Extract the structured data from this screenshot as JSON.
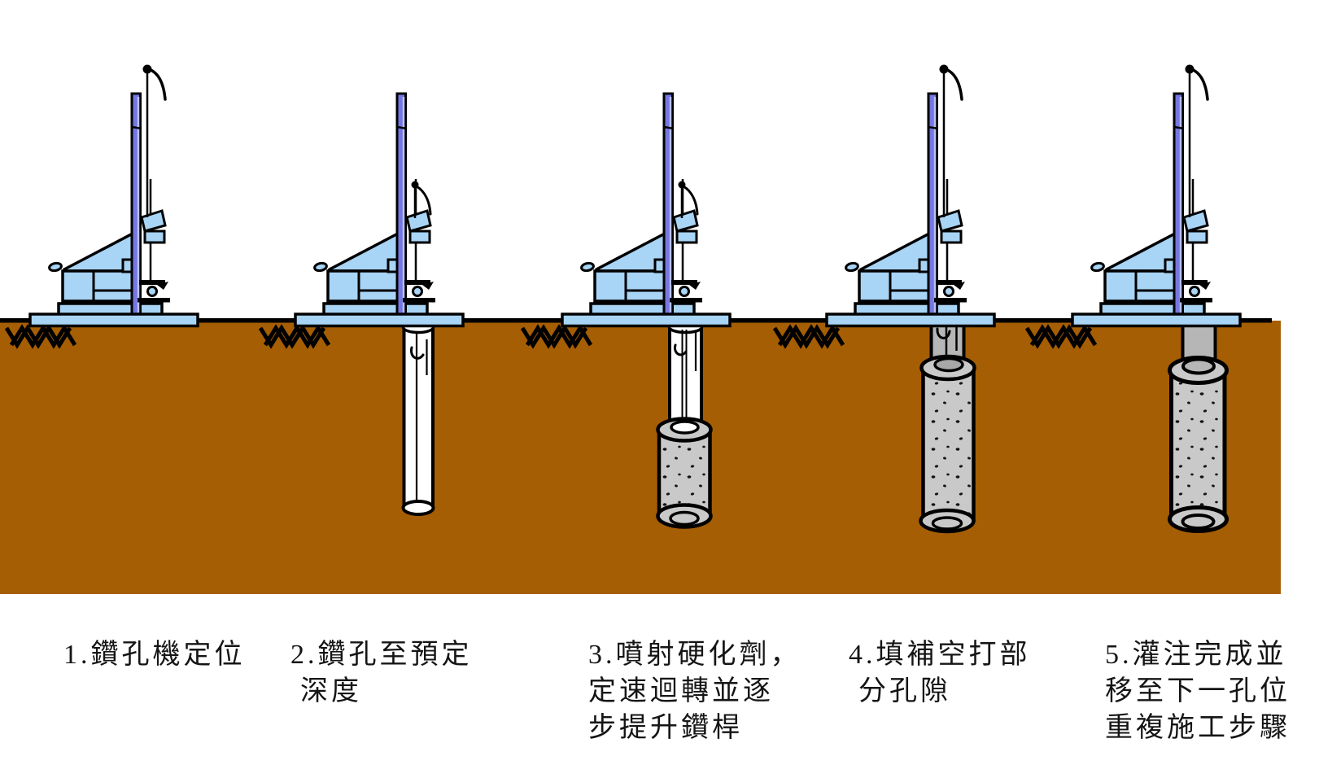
{
  "diagram": {
    "steps": [
      {
        "index": 1,
        "lines": [
          "1.鑽孔機定位"
        ]
      },
      {
        "index": 2,
        "lines": [
          "2.鑽孔至預定",
          "深度"
        ]
      },
      {
        "index": 3,
        "lines": [
          "3.噴射硬化劑，",
          "定速迴轉並逐",
          "步提升鑽桿"
        ]
      },
      {
        "index": 4,
        "lines": [
          "4.填補空打部",
          "分孔隙"
        ]
      },
      {
        "index": 5,
        "lines": [
          "5.灌注完成並",
          "移至下一孔位",
          "重複施工步驟"
        ]
      }
    ]
  },
  "colors": {
    "background": "#ffffff",
    "ground": "#a55e03",
    "machine_blue": "#a8d4f5",
    "mast_purple": "#7577e2",
    "mast_highlight": "#b9c0f4",
    "grout_gray": "#c9c9c9",
    "column_gray": "#b6b6b6",
    "inner_hole_gray": "#a8a8a8",
    "borehole_white": "#ffffff",
    "speckle": "#141414",
    "outline_black": "#000000",
    "text": "#151515"
  }
}
